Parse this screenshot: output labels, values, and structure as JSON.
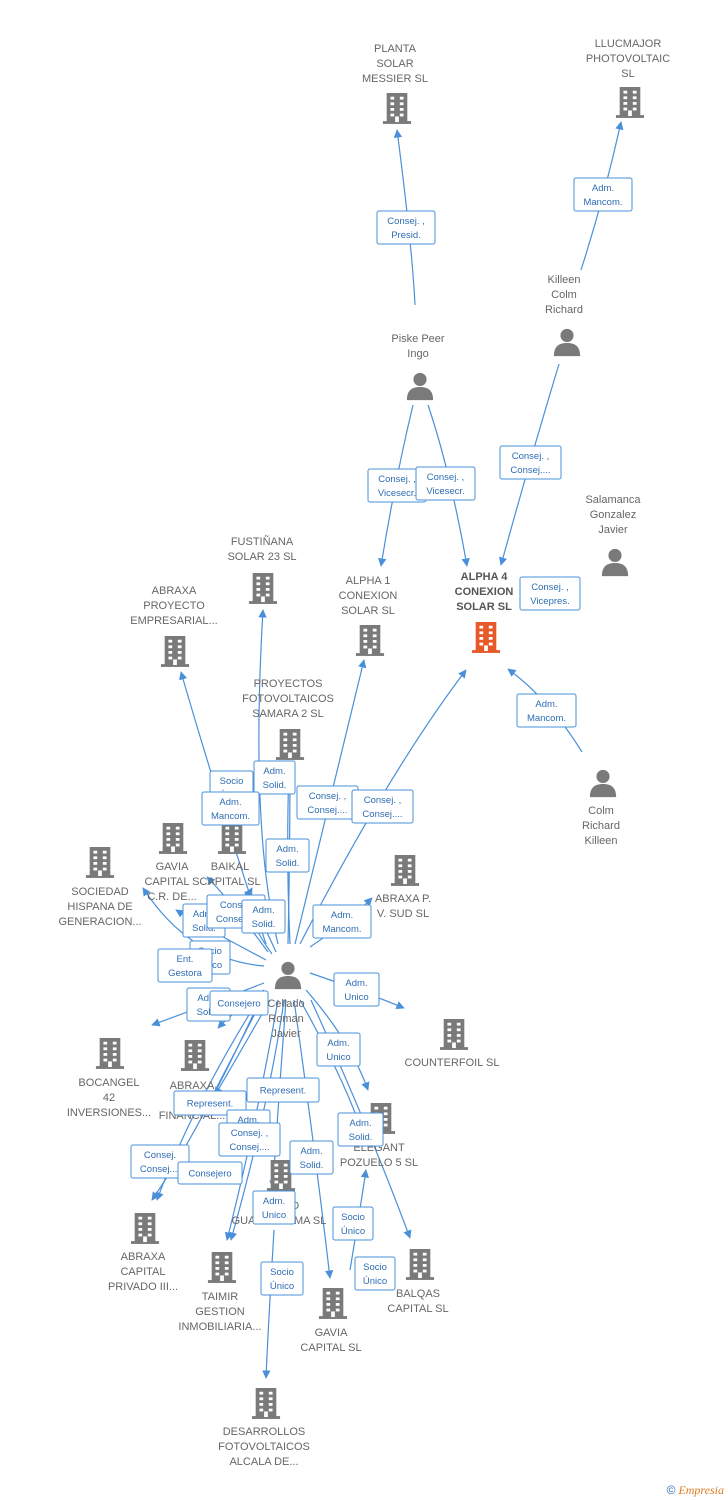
{
  "colors": {
    "edge": "#4a90d9",
    "node_company": "#7a7a7a",
    "node_main": "#e8592a",
    "node_person": "#7a7a7a",
    "label_text": "#666666",
    "edge_text": "#2e6db4"
  },
  "nodes": [
    {
      "id": "planta",
      "type": "company",
      "lines": [
        "PLANTA",
        "SOLAR",
        "MESSIER SL"
      ]
    },
    {
      "id": "llucmajor",
      "type": "company",
      "lines": [
        "LLUCMAJOR",
        "PHOTOVOLTAIC",
        "SL"
      ]
    },
    {
      "id": "killeen1",
      "type": "person",
      "lines": [
        "Killeen",
        "Colm",
        "Richard"
      ]
    },
    {
      "id": "piske",
      "type": "person",
      "lines": [
        "Piske Peer",
        "Ingo"
      ]
    },
    {
      "id": "salamanca",
      "type": "person",
      "lines": [
        "Salamanca",
        "Gonzalez",
        "Javier"
      ]
    },
    {
      "id": "fustinana",
      "type": "company",
      "lines": [
        "FUSTIÑANA",
        "SOLAR 23 SL"
      ]
    },
    {
      "id": "abraxa_proy",
      "type": "company",
      "lines": [
        "ABRAXA",
        "PROYECTO",
        "EMPRESARIAL..."
      ]
    },
    {
      "id": "alpha1",
      "type": "company",
      "lines": [
        "ALPHA 1",
        "CONEXION",
        "SOLAR SL"
      ]
    },
    {
      "id": "alpha4",
      "type": "main",
      "lines": [
        "ALPHA 4",
        "CONEXION",
        "SOLAR SL"
      ]
    },
    {
      "id": "proyectos",
      "type": "company",
      "lines": [
        "PROYECTOS",
        "FOTOVOLTAICOS",
        "SAMARA 2 SL"
      ]
    },
    {
      "id": "colm2",
      "type": "person",
      "lines": [
        "Colm",
        "Richard",
        "Killeen"
      ]
    },
    {
      "id": "gavia_cr",
      "type": "company",
      "lines": [
        "GAVIA",
        "CAPITAL S",
        "C.R. DE..."
      ]
    },
    {
      "id": "baikal",
      "type": "company",
      "lines": [
        "BAIKAL",
        "CAPITAL SL"
      ]
    },
    {
      "id": "sociedad",
      "type": "company",
      "lines": [
        "SOCIEDAD",
        "HISPANA DE",
        "GENERACION..."
      ]
    },
    {
      "id": "abraxa_pv",
      "type": "company",
      "lines": [
        "ABRAXA P.",
        "V. SUD SL"
      ]
    },
    {
      "id": "cellado",
      "type": "person",
      "lines": [
        "Cellado",
        "Roman",
        "Javier"
      ]
    },
    {
      "id": "counterfoil",
      "type": "company",
      "lines": [
        "COUNTERFOIL SL"
      ]
    },
    {
      "id": "bocangel",
      "type": "company",
      "lines": [
        "BOCANGEL",
        "42",
        "INVERSIONES..."
      ]
    },
    {
      "id": "abraxa_int",
      "type": "company",
      "lines": [
        "ABRAXA",
        "INT",
        "FINANCIAL..."
      ]
    },
    {
      "id": "elegant",
      "type": "company",
      "lines": [
        "ELEGANT",
        "POZUELO 5 SL"
      ]
    },
    {
      "id": "inland",
      "type": "company",
      "lines": [
        "INLAND",
        "GUADARRAMA SL"
      ]
    },
    {
      "id": "abraxa_cap",
      "type": "company",
      "lines": [
        "ABRAXA",
        "CAPITAL",
        "PRIVADO III..."
      ]
    },
    {
      "id": "taimir",
      "type": "company",
      "lines": [
        "TAIMIR",
        "GESTION",
        "INMOBILIARIA..."
      ]
    },
    {
      "id": "balqas",
      "type": "company",
      "lines": [
        "BALQAS",
        "CAPITAL SL"
      ]
    },
    {
      "id": "gavia_cap",
      "type": "company",
      "lines": [
        "GAVIA",
        "CAPITAL SL"
      ]
    },
    {
      "id": "desarrollos",
      "type": "company",
      "lines": [
        "DESARROLLOS",
        "FOTOVOLTAICOS",
        "ALCALA DE..."
      ]
    }
  ],
  "edges": [
    {
      "id": "e1",
      "label": [
        "Consej. ,",
        "Presid."
      ]
    },
    {
      "id": "e2",
      "label": [
        "Adm.",
        "Mancom."
      ]
    },
    {
      "id": "e3",
      "label": [
        "Consej. ,",
        "Consej...."
      ]
    },
    {
      "id": "e4",
      "label": [
        "Consej. ,",
        "Vicesecr."
      ]
    },
    {
      "id": "e5",
      "label": [
        "Consej. ,",
        "Vicesecr."
      ]
    },
    {
      "id": "e6",
      "label": [
        "Consej. ,",
        "Vicepres."
      ]
    },
    {
      "id": "e7",
      "label": [
        "Adm.",
        "Mancom."
      ]
    },
    {
      "id": "e8",
      "label": [
        "Socio",
        "Único"
      ]
    },
    {
      "id": "e9",
      "label": [
        "Adm.",
        "Solid."
      ]
    },
    {
      "id": "e10",
      "label": [
        "Adm.",
        "Mancom."
      ]
    },
    {
      "id": "e11",
      "label": [
        "Consej. ,",
        "Consej...."
      ]
    },
    {
      "id": "e12",
      "label": [
        "Consej. ,",
        "Consej...."
      ]
    },
    {
      "id": "e13",
      "label": [
        "Adm.",
        "Solid."
      ]
    },
    {
      "id": "e14",
      "label": [
        "Adm.",
        "Solid."
      ]
    },
    {
      "id": "e15",
      "label": [
        "Consej.",
        "Consej...."
      ]
    },
    {
      "id": "e16",
      "label": [
        "Adm.",
        "Solid."
      ]
    },
    {
      "id": "e17",
      "label": [
        "Adm.",
        "Mancom."
      ]
    },
    {
      "id": "e18",
      "label": [
        "Socio",
        "Único"
      ]
    },
    {
      "id": "e19",
      "label": [
        "Ent.",
        "Gestora"
      ]
    },
    {
      "id": "e20",
      "label": [
        "Adm.",
        "Unico"
      ]
    },
    {
      "id": "e21",
      "label": [
        "Adm.",
        "Solid."
      ]
    },
    {
      "id": "e22",
      "label": [
        "Consejero"
      ]
    },
    {
      "id": "e23",
      "label": [
        "Adm.",
        "Unico"
      ]
    },
    {
      "id": "e24",
      "label": [
        "Represent."
      ]
    },
    {
      "id": "e25",
      "label": [
        "Represent."
      ]
    },
    {
      "id": "e26",
      "label": [
        "Adm.",
        "Solid."
      ]
    },
    {
      "id": "e27",
      "label": [
        "Adm.",
        "Solid."
      ]
    },
    {
      "id": "e28",
      "label": [
        "Consej. ,",
        "Consej...."
      ]
    },
    {
      "id": "e29",
      "label": [
        "Consej.",
        "Consej...."
      ]
    },
    {
      "id": "e30",
      "label": [
        "Consejero"
      ]
    },
    {
      "id": "e31",
      "label": [
        "Adm.",
        "Solid."
      ]
    },
    {
      "id": "e32",
      "label": [
        "Adm.",
        "Unico"
      ]
    },
    {
      "id": "e33",
      "label": [
        "Socio",
        "Único"
      ]
    },
    {
      "id": "e34",
      "label": [
        "Socio",
        "Único"
      ]
    },
    {
      "id": "e35",
      "label": [
        "Socio",
        "Único"
      ]
    }
  ],
  "footer": {
    "copyright": "©",
    "brand": "Empresia"
  }
}
